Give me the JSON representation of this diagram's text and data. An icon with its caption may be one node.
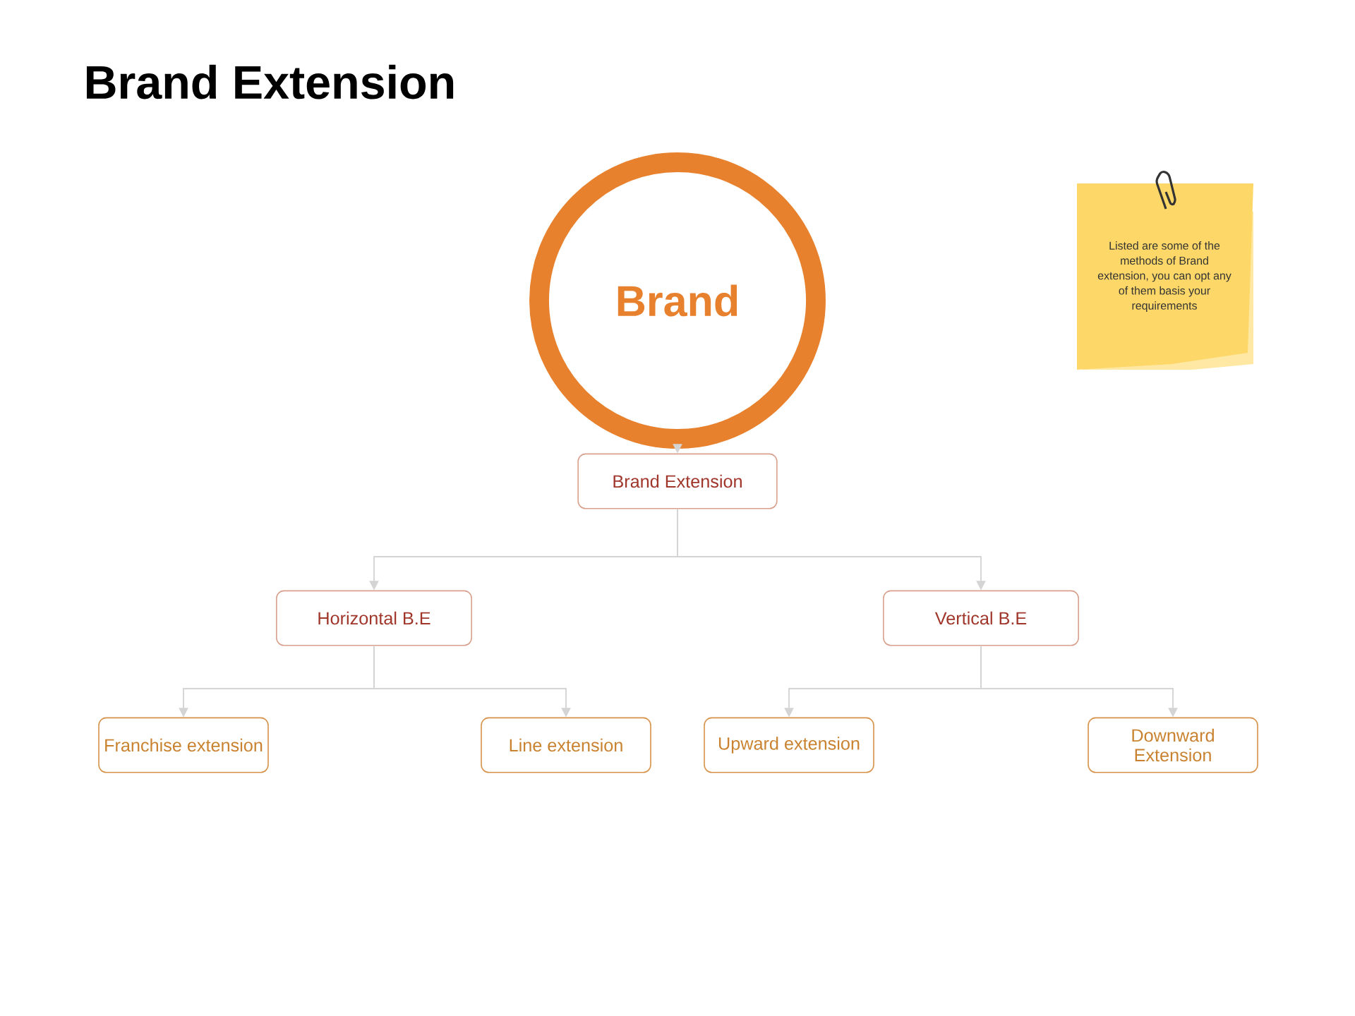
{
  "diagram": {
    "title": "Brand Extension",
    "nodes": [
      {
        "text": [
          "Brand"
        ]
      },
      {
        "text": [
          "Brand Extension"
        ]
      },
      {
        "text": [
          "Horizontal B.E"
        ]
      },
      {
        "text": [
          "Vertical B.E"
        ]
      },
      {
        "text": [
          "Franchise extension"
        ]
      },
      {
        "text": [
          "Line extension"
        ]
      },
      {
        "text": [
          "Upward extension"
        ]
      },
      {
        "text": [
          "Downward Extension"
        ]
      },
      {
        "text": [
          "Listed are some of the methods of Brand extension, you can opt any of them basis your requirements"
        ]
      }
    ],
    "edges": [
      {
        "from": 0,
        "to": 1,
        "arrow": "to"
      },
      {
        "from": 1,
        "to": 2,
        "arrow": "to"
      },
      {
        "from": 1,
        "to": 3,
        "arrow": "to"
      },
      {
        "from": 2,
        "to": 4,
        "arrow": "to"
      },
      {
        "from": 2,
        "to": 5,
        "arrow": "to"
      },
      {
        "from": 3,
        "to": 6,
        "arrow": "to"
      },
      {
        "from": 3,
        "to": 7,
        "arrow": "to"
      }
    ]
  }
}
